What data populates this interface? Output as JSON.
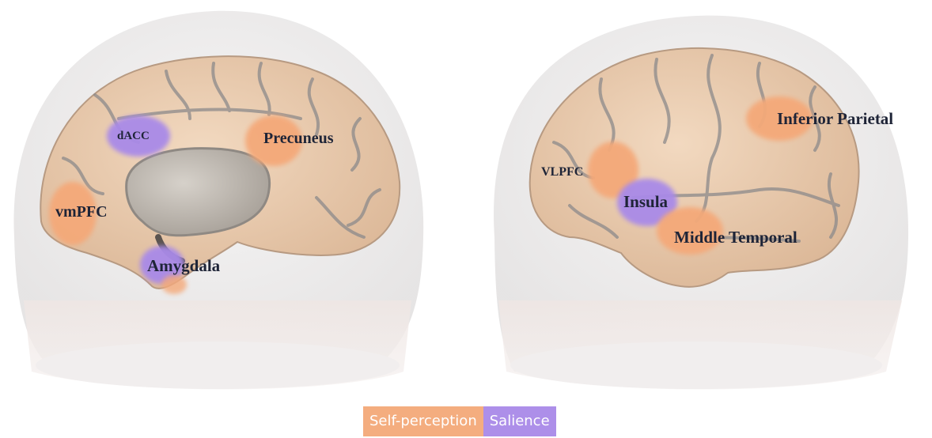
{
  "figure": {
    "left_brain": {
      "view": "medial",
      "regions": [
        {
          "label": "dACC",
          "network": "salience"
        },
        {
          "label": "Precuneus",
          "network": "self_perception"
        },
        {
          "label": "vmPFC",
          "network": "self_perception"
        },
        {
          "label": "Amygdala",
          "network": "salience"
        }
      ]
    },
    "right_brain": {
      "view": "lateral",
      "regions": [
        {
          "label": "Inferior Parietal",
          "network": "self_perception"
        },
        {
          "label": "VLPFC",
          "network": "self_perception"
        },
        {
          "label": "Insula",
          "network": "salience"
        },
        {
          "label": "Middle Temporal",
          "network": "self_perception"
        }
      ]
    }
  },
  "legend": {
    "self_perception": {
      "label": "Self-perception",
      "color": "#f4a979"
    },
    "salience": {
      "label": "Salience",
      "color": "#a98ae8"
    }
  },
  "colors": {
    "cortex": "#eccdaf",
    "cortex_shadow": "#a8a7a4",
    "head": "#ecebeb",
    "label_text": "#1e2437"
  }
}
